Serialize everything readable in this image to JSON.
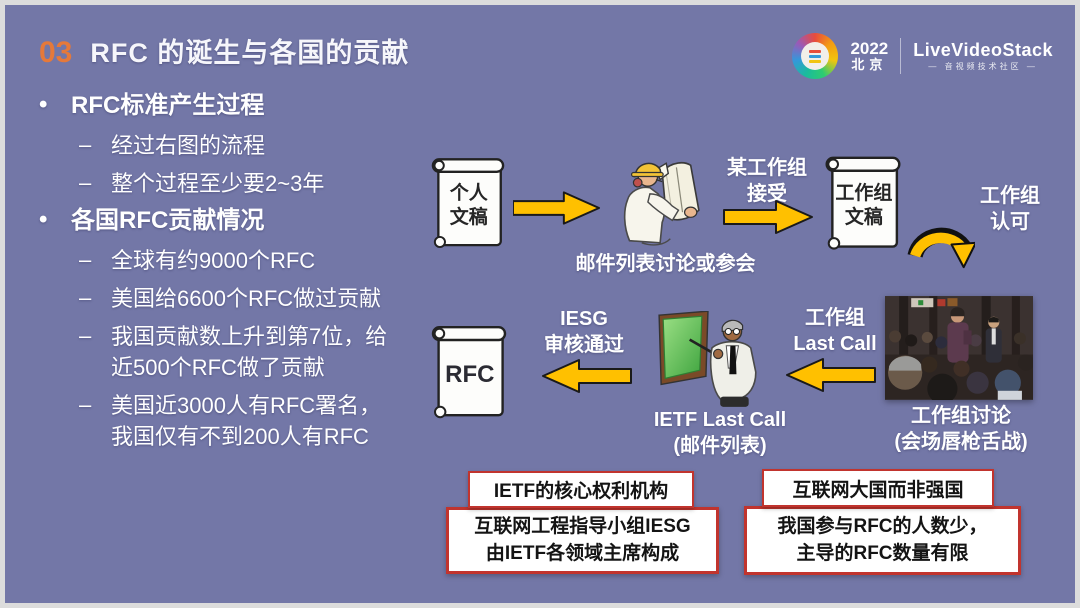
{
  "slide": {
    "number": "03",
    "title": "RFC 的诞生与各国的贡献"
  },
  "logos": {
    "year": "2022",
    "city": "北京",
    "brand": "LiveVideoStack",
    "tagline": "— 音视频技术社区 —"
  },
  "bullets": [
    {
      "level": 1,
      "text": "RFC标准产生过程"
    },
    {
      "level": 2,
      "text": "经过右图的流程"
    },
    {
      "level": 2,
      "text": "整个过程至少要2~3年"
    },
    {
      "level": 1,
      "text": "各国RFC贡献情况"
    },
    {
      "level": 2,
      "text": "全球有约9000个RFC"
    },
    {
      "level": 2,
      "text": "美国给6600个RFC做过贡献"
    },
    {
      "level": 2,
      "text": "我国贡献数上升到第7位，给\n近500个RFC做了贡献"
    },
    {
      "level": 2,
      "text": "美国近3000人有RFC署名，\n我国仅有不到200人有RFC"
    }
  ],
  "flow": {
    "scroll_personal": "个人\n文稿",
    "mail_caption": "邮件列表讨论或参会",
    "accept_label": "某工作组\n接受",
    "scroll_workgroup": "工作组\n文稿",
    "approve_label": "工作组\n认可",
    "photo_caption": "工作组讨论\n(会场唇枪舌战)",
    "wg_lastcall_label": "工作组\nLast Call",
    "ietf_lastcall_caption": "IETF Last Call\n(邮件列表)",
    "iesg_label": "IESG\n审核通过",
    "scroll_rfc": "RFC"
  },
  "callouts": {
    "left": {
      "title": "IETF的核心权利机构",
      "body": "互联网工程指导小组IESG\n由IETF各领域主席构成"
    },
    "right": {
      "title": "互联网大国而非强国",
      "body": "我国参与RFC的人数少，\n主导的RFC数量有限"
    }
  },
  "colors": {
    "background": "#7377A7",
    "accent_orange": "#E5793A",
    "arrow_yellow": "#FFC000",
    "callout_border": "#C1342E",
    "text_white": "#FFFFFF"
  }
}
